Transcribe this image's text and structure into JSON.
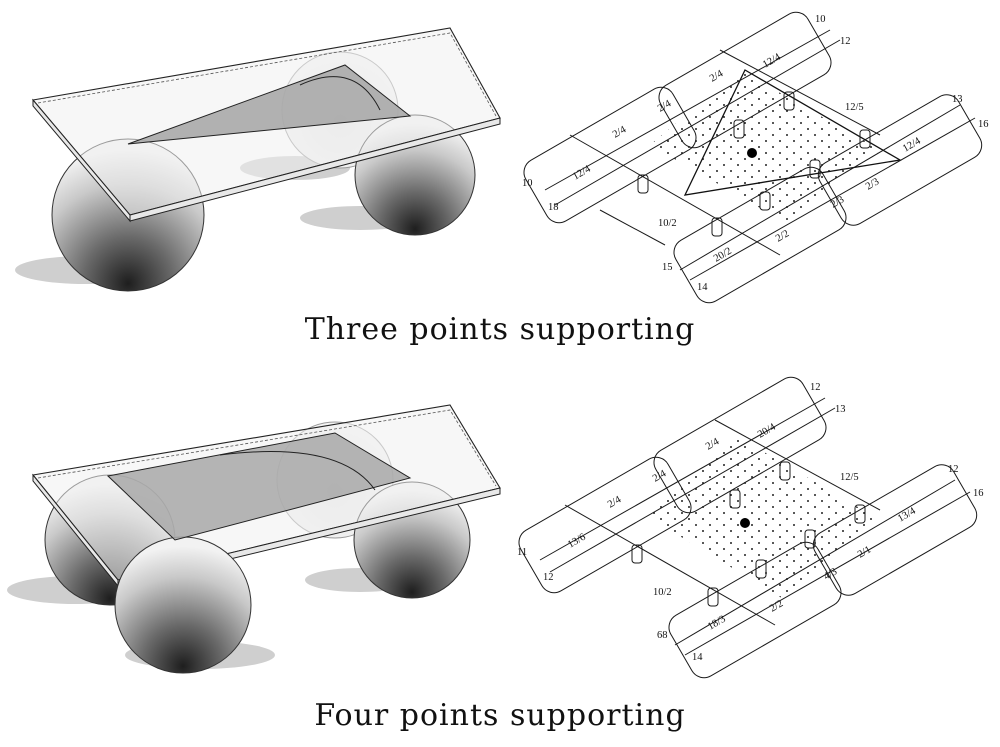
{
  "captions": {
    "top": "Three points supporting",
    "bottom": "Four points supporting"
  },
  "colors": {
    "line": "#1a1a1a",
    "plate_fill": "#f4f4f4",
    "triangle_fill": "#b5b5b5",
    "shadow": "#c9c9c9"
  },
  "three_point_grid": {
    "labels": [
      "10",
      "12",
      "2/4",
      "12/4",
      "12/5",
      "13",
      "16",
      "2/4",
      "2/4",
      "12/4",
      "10",
      "18",
      "12/4",
      "10/2",
      "2/3",
      "2/3",
      "2/2",
      "20/2",
      "15",
      "14"
    ]
  },
  "four_point_grid": {
    "labels": [
      "12",
      "13",
      "2/4",
      "20/4",
      "12/5",
      "12",
      "16",
      "2/4",
      "2/4",
      "13/4",
      "11",
      "12",
      "13/6",
      "2/1",
      "10/2",
      "4/3",
      "2/2",
      "18/3",
      "68",
      "14"
    ]
  }
}
